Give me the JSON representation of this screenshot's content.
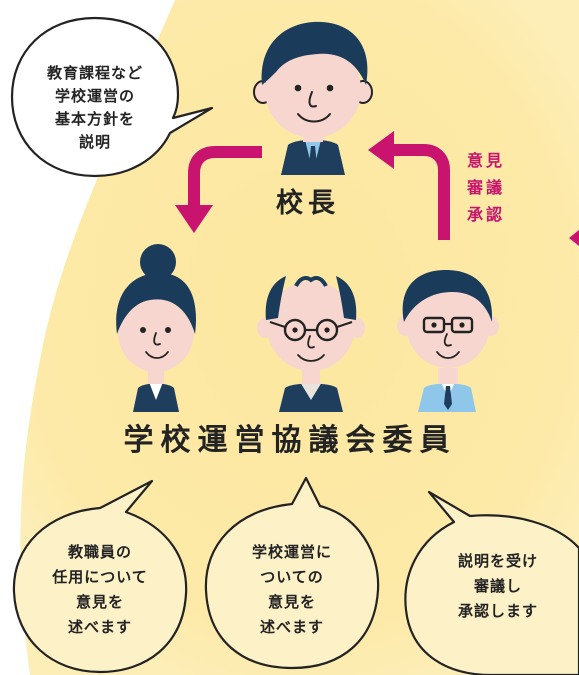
{
  "principal": {
    "label": "校長",
    "speech": "教育課程など\n学校運営の\n基本方針を\n説明"
  },
  "arrow_label": "意見\n審議\n承認",
  "council": {
    "label": "学校運営協議会委員"
  },
  "bubbles": [
    {
      "text": "教職員の\n任用について\n意見を\n述べます"
    },
    {
      "text": "学校運営に\nついての\n意見を\n述べます"
    },
    {
      "text": "説明を受け\n審議し\n承認します"
    }
  ],
  "colors": {
    "background": "#fdeaa8",
    "arrow": "#c8146e",
    "hair": "#1a3c5a",
    "skin": "#f7d6cf",
    "suit_navy": "#1f3d5c",
    "shirt_blue": "#8ec7ea",
    "bubble_fill": "#fdf1c8",
    "ink": "#232323"
  },
  "icons": {
    "principal": "principal-man-icon",
    "member_woman": "woman-bun-icon",
    "member_elder": "elderly-man-glasses-icon",
    "member_young": "young-man-glasses-icon",
    "arrow_down": "curved-arrow-down-icon",
    "arrow_up": "curved-arrow-up-icon"
  }
}
